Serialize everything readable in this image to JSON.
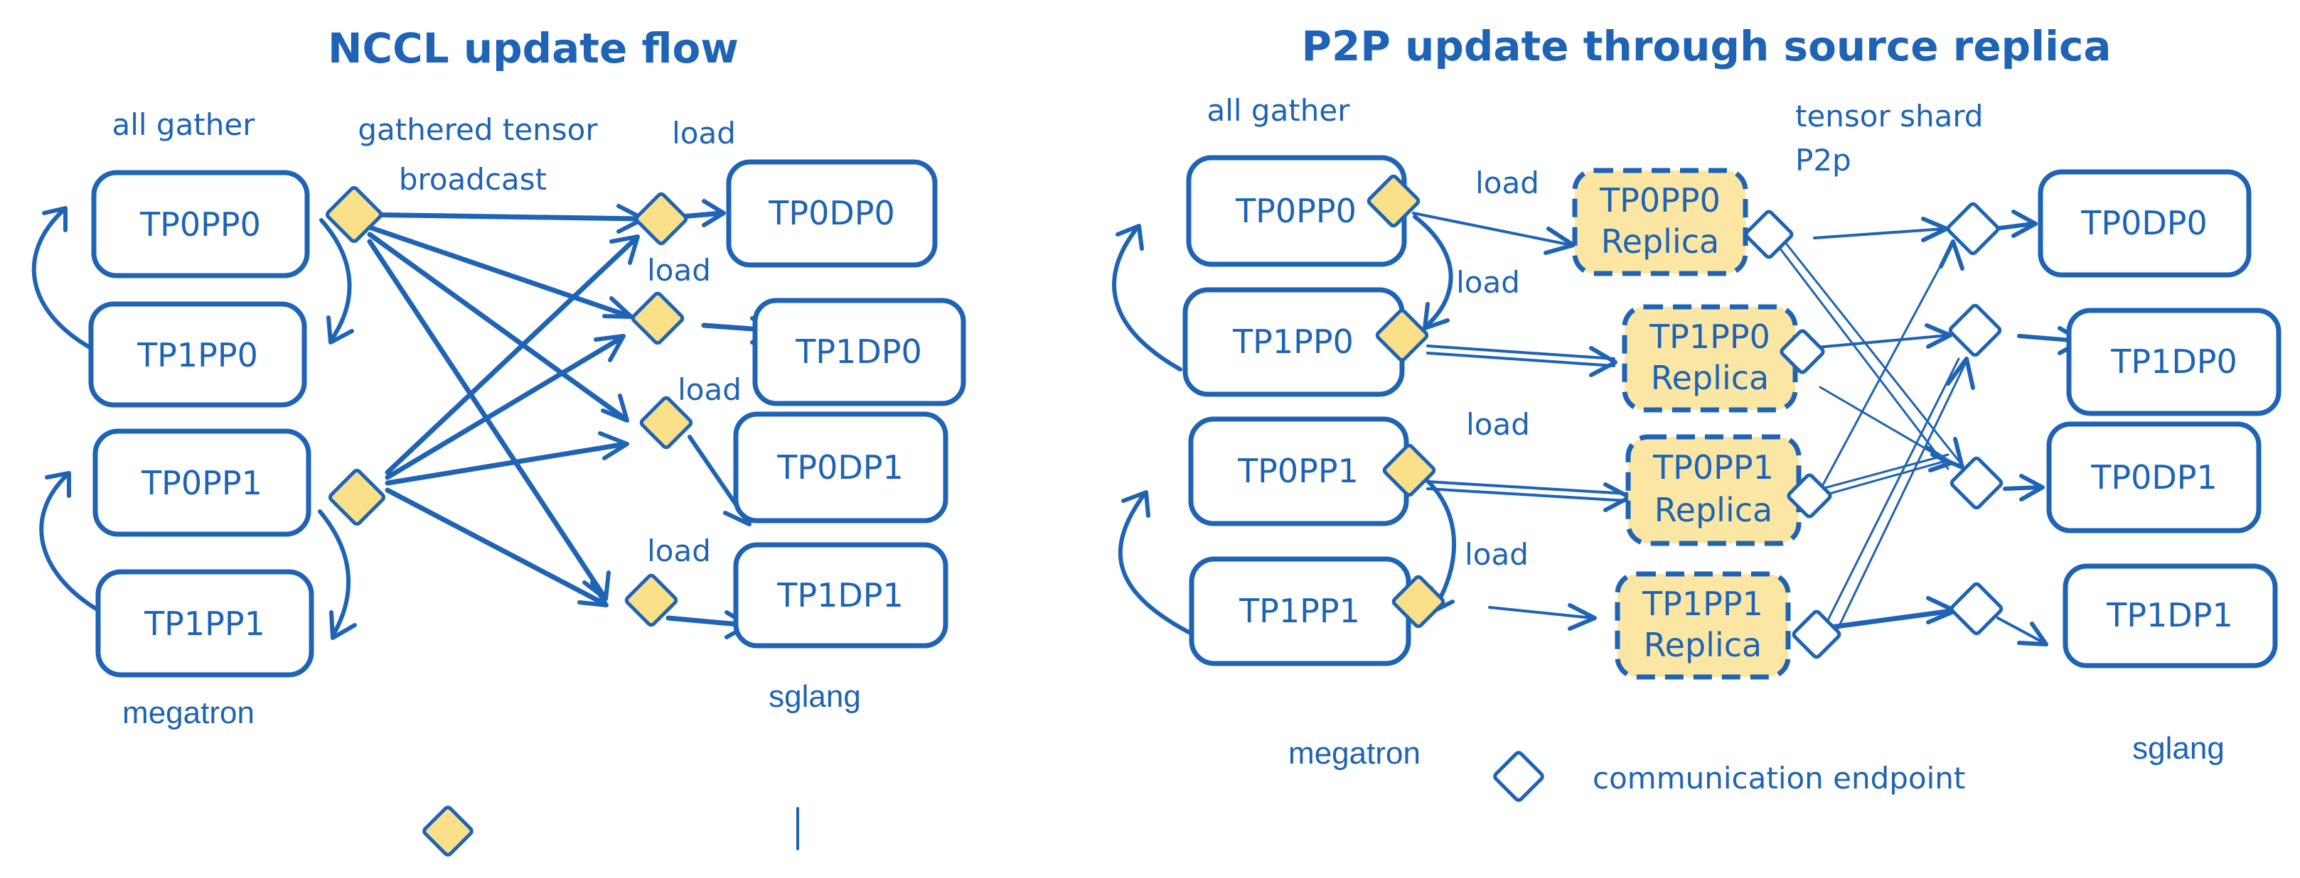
{
  "left": {
    "title": "NCCL update flow",
    "all_gather": "all gather",
    "gathered_tensor": "gathered tensor",
    "broadcast": "broadcast",
    "load": "load",
    "megatron": "megatron",
    "sglang": "sglang",
    "megatron_nodes": [
      "TP0PP0",
      "TP1PP0",
      "TP0PP1",
      "TP1PP1"
    ],
    "sglang_nodes": [
      "TP0DP0",
      "TP1DP0",
      "TP0DP1",
      "TP1DP1"
    ]
  },
  "right": {
    "title": "P2P update through source replica",
    "all_gather": "all gather",
    "tensor_shard": "tensor shard",
    "p2p": "P2p",
    "load": "load",
    "megatron": "megatron",
    "sglang": "sglang",
    "legend": "communication endpoint",
    "megatron_nodes": [
      "TP0PP0",
      "TP1PP0",
      "TP0PP1",
      "TP1PP1"
    ],
    "replica_nodes": [
      "TP0PP0",
      "TP1PP0",
      "TP0PP1",
      "TP1PP1"
    ],
    "replica_suffix": "Replica",
    "sglang_nodes": [
      "TP0DP0",
      "TP1DP0",
      "TP0DP1",
      "TP1DP1"
    ]
  },
  "colors": {
    "ink": "#1e63b5",
    "highlight": "#fbe08a",
    "replica_fill": "#fbe7a3"
  }
}
